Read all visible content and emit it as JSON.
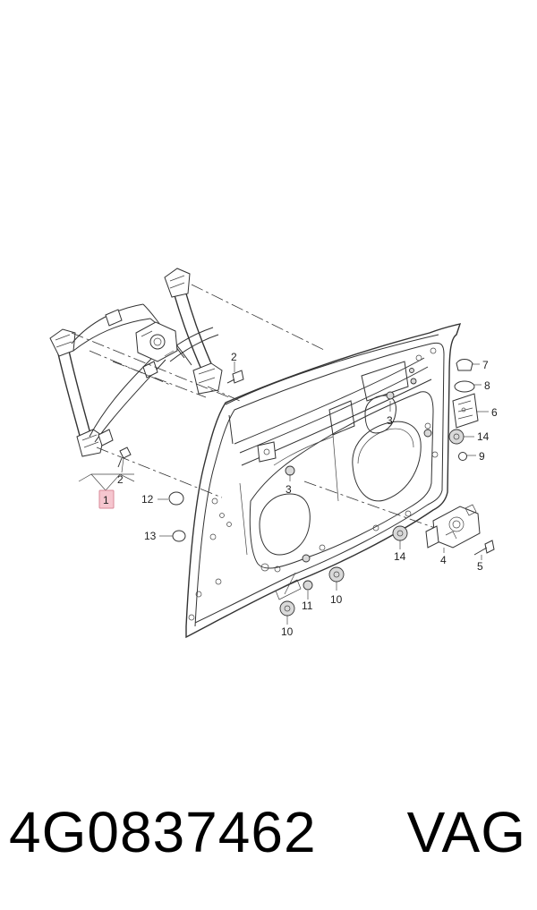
{
  "diagram": {
    "callouts": [
      {
        "id": "1",
        "label": "1",
        "highlighted": true
      },
      {
        "id": "2a",
        "label": "2"
      },
      {
        "id": "2b",
        "label": "2"
      },
      {
        "id": "3a",
        "label": "3"
      },
      {
        "id": "3b",
        "label": "3"
      },
      {
        "id": "4",
        "label": "4"
      },
      {
        "id": "5",
        "label": "5"
      },
      {
        "id": "6",
        "label": "6"
      },
      {
        "id": "7",
        "label": "7"
      },
      {
        "id": "8",
        "label": "8"
      },
      {
        "id": "9",
        "label": "9"
      },
      {
        "id": "10a",
        "label": "10"
      },
      {
        "id": "10b",
        "label": "10"
      },
      {
        "id": "11",
        "label": "11"
      },
      {
        "id": "12",
        "label": "12"
      },
      {
        "id": "13",
        "label": "13"
      },
      {
        "id": "14a",
        "label": "14"
      },
      {
        "id": "14b",
        "label": "14"
      }
    ],
    "highlight_color": "#f6c6cf",
    "highlight_stroke": "#d98a9a"
  },
  "footer": {
    "part_number": "4G0837462",
    "brand": "VAG"
  }
}
